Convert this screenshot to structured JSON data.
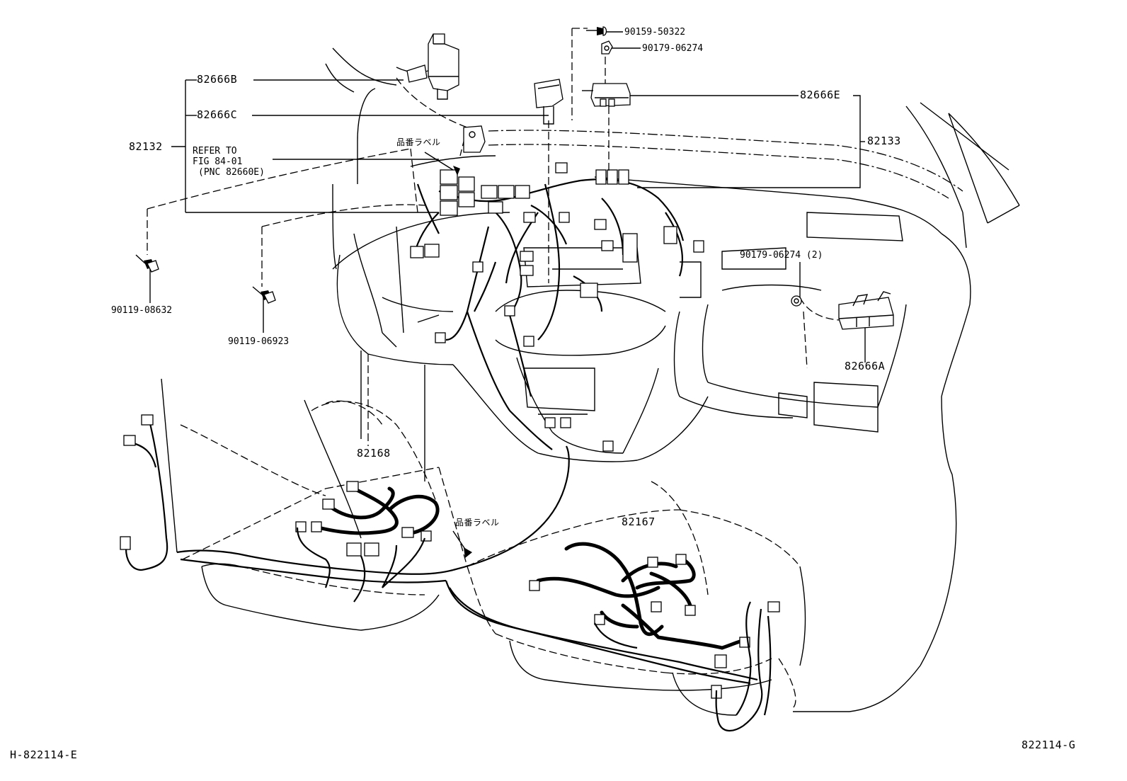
{
  "callouts": {
    "p82666B": "82666B",
    "p82666C": "82666C",
    "p82132": "82132",
    "refer_line1": "REFER TO",
    "refer_line2": "FIG 84-01",
    "refer_line3": "(PNC 82660E)",
    "p90119_08632": "90119-08632",
    "p90119_06923": "90119-06923",
    "p90159_50322": "90159-50322",
    "p90179_06274": "90179-06274",
    "p82666E": "82666E",
    "p82133": "82133",
    "p90179_06274_2": "90179-06274 (2)",
    "p82666A": "82666A",
    "p82168": "82168",
    "p82167": "82167",
    "label_tag_upper": "品番ラベル",
    "label_tag_lower": "品番ラベル"
  },
  "footer": {
    "left_code": "H-822114-E",
    "right_code": "822114-G"
  }
}
